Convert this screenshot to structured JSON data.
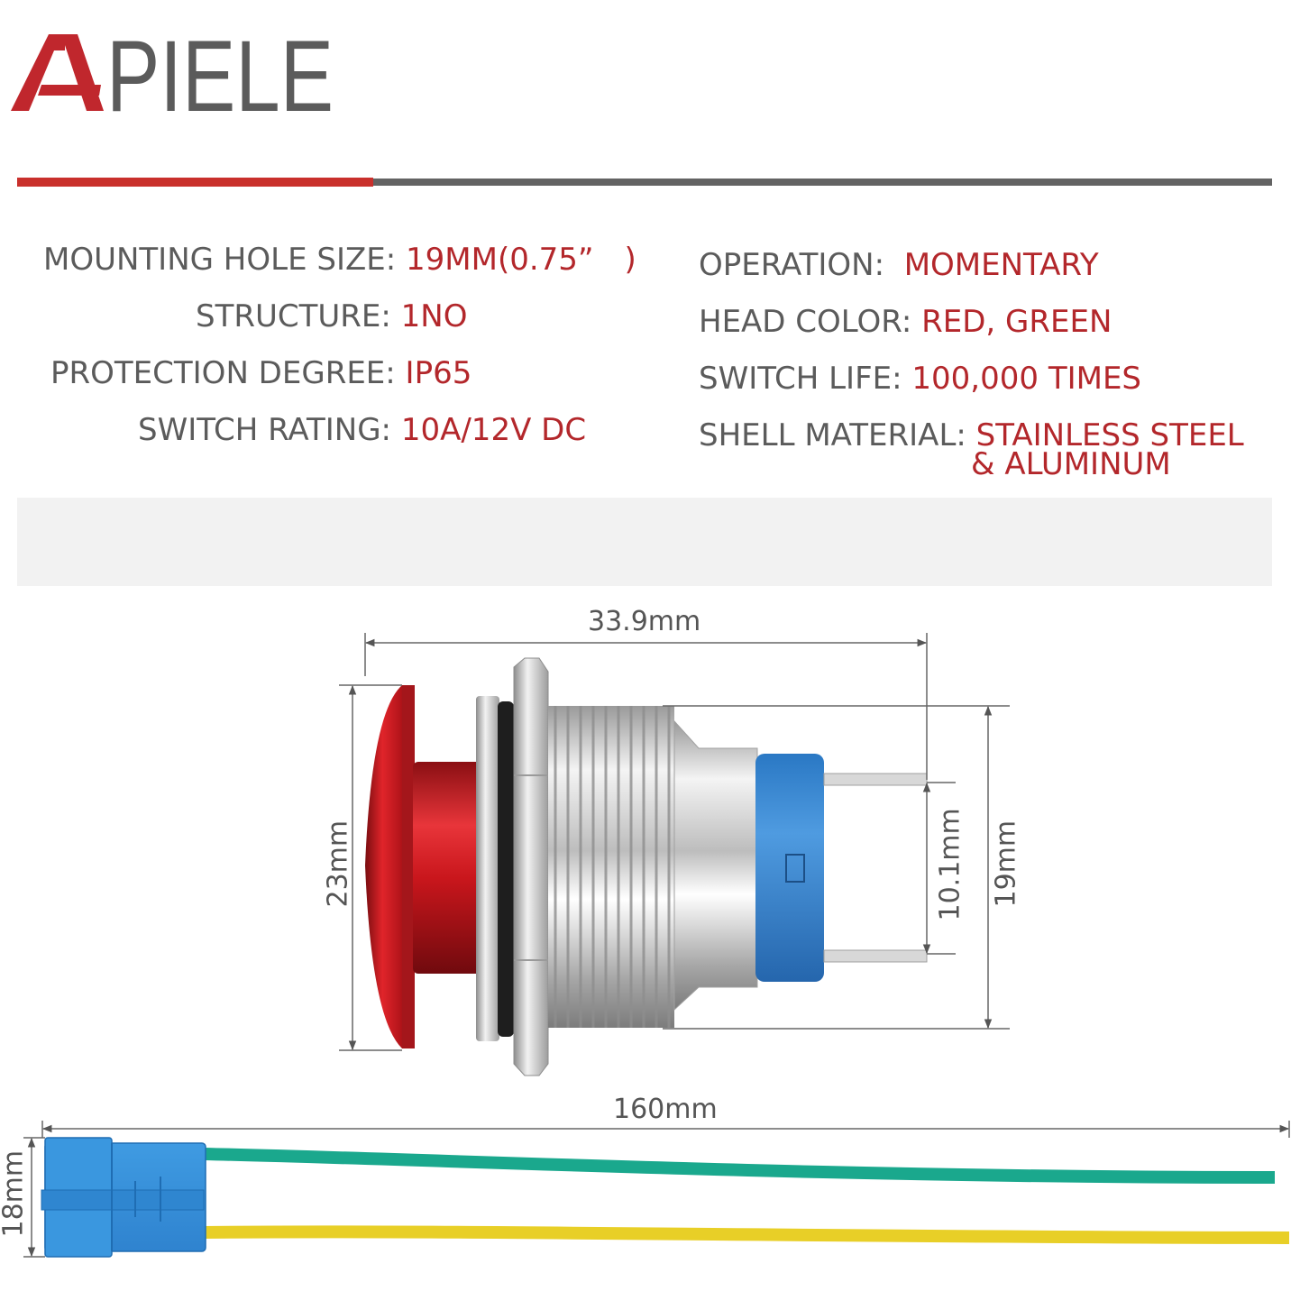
{
  "brand": {
    "logo_text": "APIELE",
    "colors": {
      "red": "#b3272b",
      "gray": "#5b5b5b",
      "band": "#f2f2f2"
    }
  },
  "specs_left": [
    {
      "label": "MOUNTING HOLE SIZE:",
      "value": "19MM(0.75”　)"
    },
    {
      "label": "STRUCTURE:",
      "value": "1NO"
    },
    {
      "label": "PROTECTION DEGREE:",
      "value": "IP65"
    },
    {
      "label": "SWITCH RATING:",
      "value": "10A/12V DC"
    }
  ],
  "specs_right": [
    {
      "label": "OPERATION:",
      "value": "MOMENTARY"
    },
    {
      "label": "HEAD COLOR:",
      "value": "RED, GREEN"
    },
    {
      "label": "SWITCH LIFE:",
      "value": "100,000 TIMES"
    },
    {
      "label": "SHELL MATERIAL:",
      "value": "STAINLESS STEEL",
      "value_line2": "& ALUMINUM"
    }
  ],
  "dimensions": {
    "length": "33.9mm",
    "head_diameter": "23mm",
    "pin_spacing": "10.1mm",
    "thread_diameter": "19mm",
    "cable_length": "160mm",
    "connector_width": "18mm"
  },
  "parts": {
    "button_head_color": "red",
    "connector_color": "blue",
    "wire_colors": [
      "green",
      "yellow"
    ]
  }
}
